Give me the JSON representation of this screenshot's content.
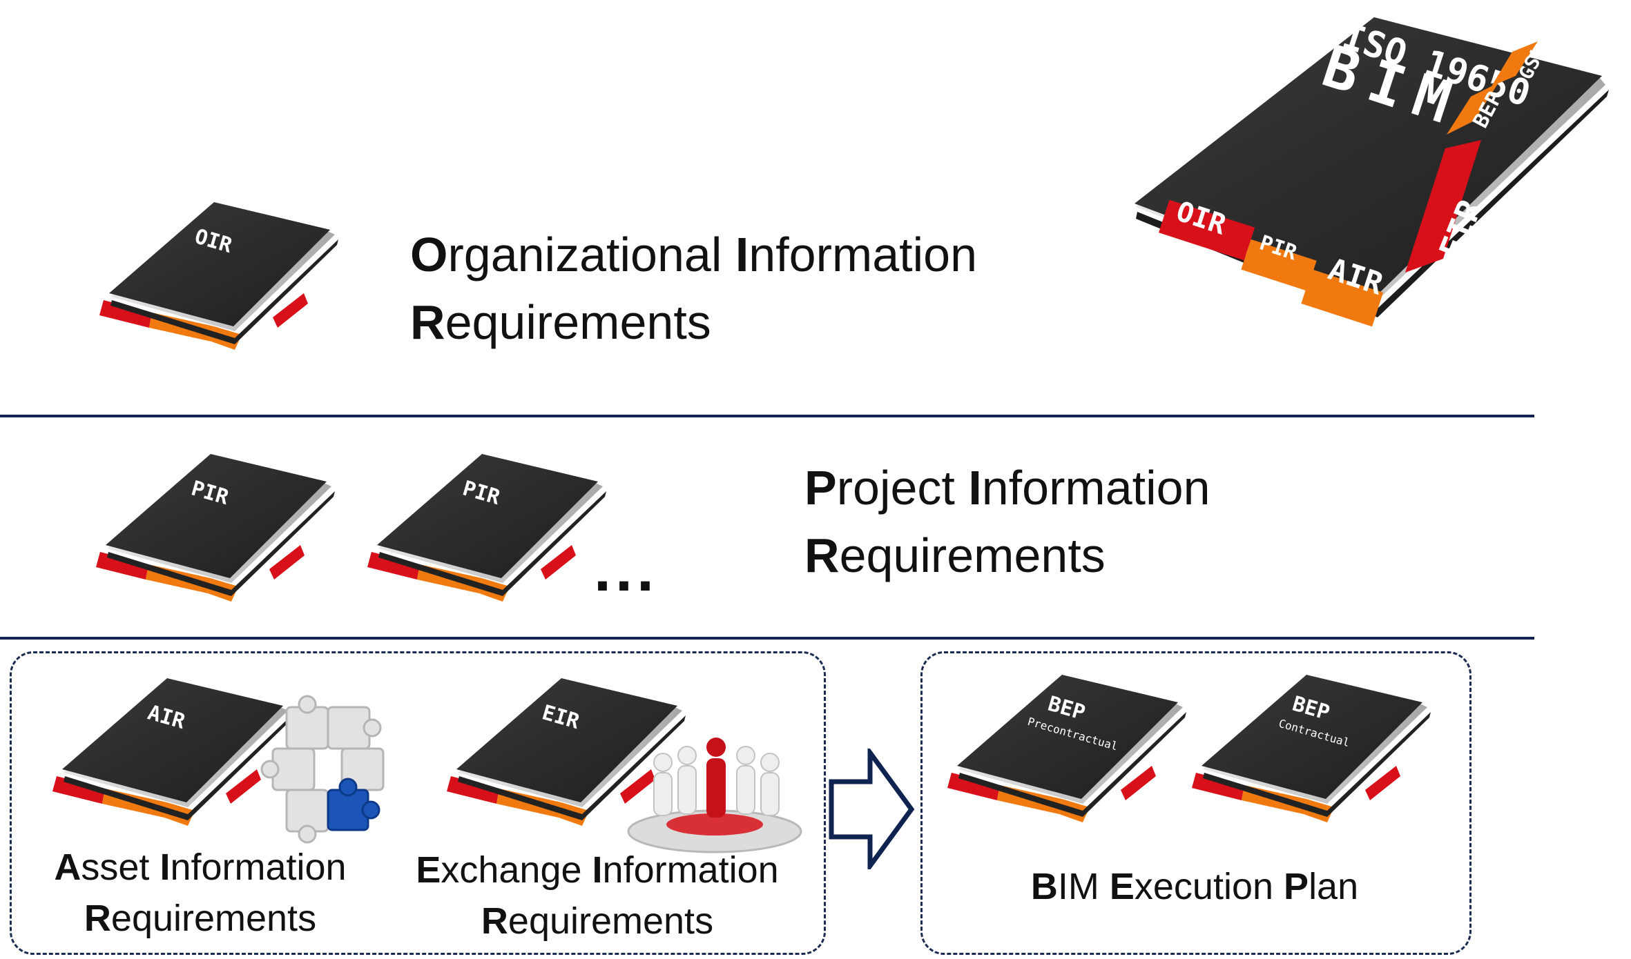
{
  "org": {
    "book_label": "OIR",
    "line1_initial": "O",
    "line1_rest": "rganizational ",
    "line1_initial2": "I",
    "line1_rest2": "nformation",
    "line2_initial": "R",
    "line2_rest": "equirements"
  },
  "iso_book": {
    "title_line1": "ISO 19650",
    "title_line2": "BIM",
    "tabs": [
      "OIR",
      "PIR",
      "AIR",
      "EIR",
      "BEP",
      "GSL"
    ]
  },
  "project": {
    "book_label": "PIR",
    "ellipsis": "...",
    "line1_initial": "P",
    "line1_rest": "roject ",
    "line1_initial2": "I",
    "line1_rest2": "nformation",
    "line2_initial": "R",
    "line2_rest": "equirements"
  },
  "asset": {
    "book_label": "AIR",
    "line1_initial": "A",
    "line1_rest": "sset ",
    "line1_initial2": "I",
    "line1_rest2": "nformation",
    "line2_initial": "R",
    "line2_rest": "equirements"
  },
  "exchange": {
    "book_label": "EIR",
    "line1_initial": "E",
    "line1_rest": "xchange ",
    "line1_initial2": "I",
    "line1_rest2": "nformation",
    "line2_initial": "R",
    "line2_rest": "equirements"
  },
  "bep": {
    "book_label": "BEP",
    "pre_label": "Precontractual",
    "con_label": "Contractual",
    "initial1": "B",
    "rest1": "IM ",
    "initial2": "E",
    "rest2": "xecution ",
    "initial3": "P",
    "rest3": "lan"
  },
  "colors": {
    "cover": "#2e2e2e",
    "red_tab": "#d8101a",
    "orange_tab": "#f07a10",
    "rule": "#0f2350"
  }
}
